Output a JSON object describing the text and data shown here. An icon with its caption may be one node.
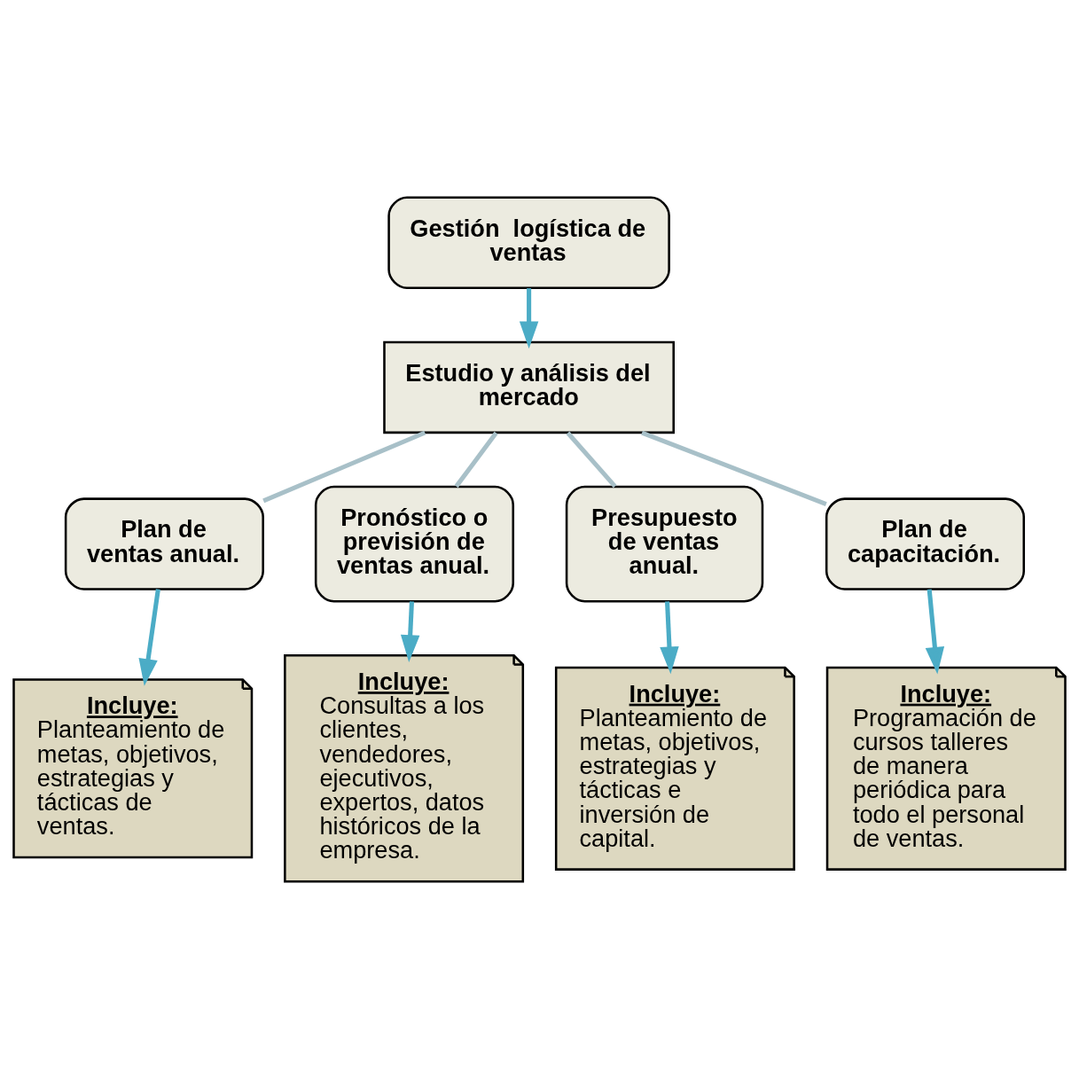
{
  "diagram": {
    "nodes": [
      {
        "text": [
          "Gestión  logística de ventas"
        ]
      },
      {
        "text": [
          "Estudio y análisis del mercado"
        ]
      },
      {
        "text": [
          "Plan de ventas anual."
        ]
      },
      {
        "text": [
          "Pronóstico o previsión de ventas anual."
        ]
      },
      {
        "text": [
          "Presupuesto de ventas anual."
        ]
      },
      {
        "text": [
          "Plan de capacitación."
        ]
      },
      {
        "text": [
          "Incluye:",
          "Planteamiento de metas, objetivos, estrategias y tácticas de ventas."
        ]
      },
      {
        "text": [
          "Incluye:",
          "Consultas a los clientes, vendedores, ejecutivos, expertos, datos históricos de la empresa."
        ]
      },
      {
        "text": [
          "Incluye:",
          "Planteamiento de metas, objetivos, estrategias y tácticas e inversión de capital."
        ]
      },
      {
        "text": [
          "Incluye:",
          "Programación de cursos talleres  de manera periódica para todo el personal de ventas."
        ]
      }
    ],
    "edges": [
      {
        "from": 0,
        "to": 1,
        "arrow": "to"
      },
      {
        "from": 1,
        "to": 2,
        "arrow": "none",
        "color": "#a8c0c8"
      },
      {
        "from": 1,
        "to": 3,
        "arrow": "none",
        "color": "#a8c0c8"
      },
      {
        "from": 1,
        "to": 4,
        "arrow": "none",
        "color": "#a8c0c8"
      },
      {
        "from": 1,
        "to": 5,
        "arrow": "none",
        "color": "#a8c0c8"
      },
      {
        "from": 2,
        "to": 6,
        "arrow": "to"
      },
      {
        "from": 3,
        "to": 7,
        "arrow": "to"
      },
      {
        "from": 4,
        "to": 8,
        "arrow": "to"
      },
      {
        "from": 5,
        "to": 9,
        "arrow": "to"
      }
    ]
  }
}
